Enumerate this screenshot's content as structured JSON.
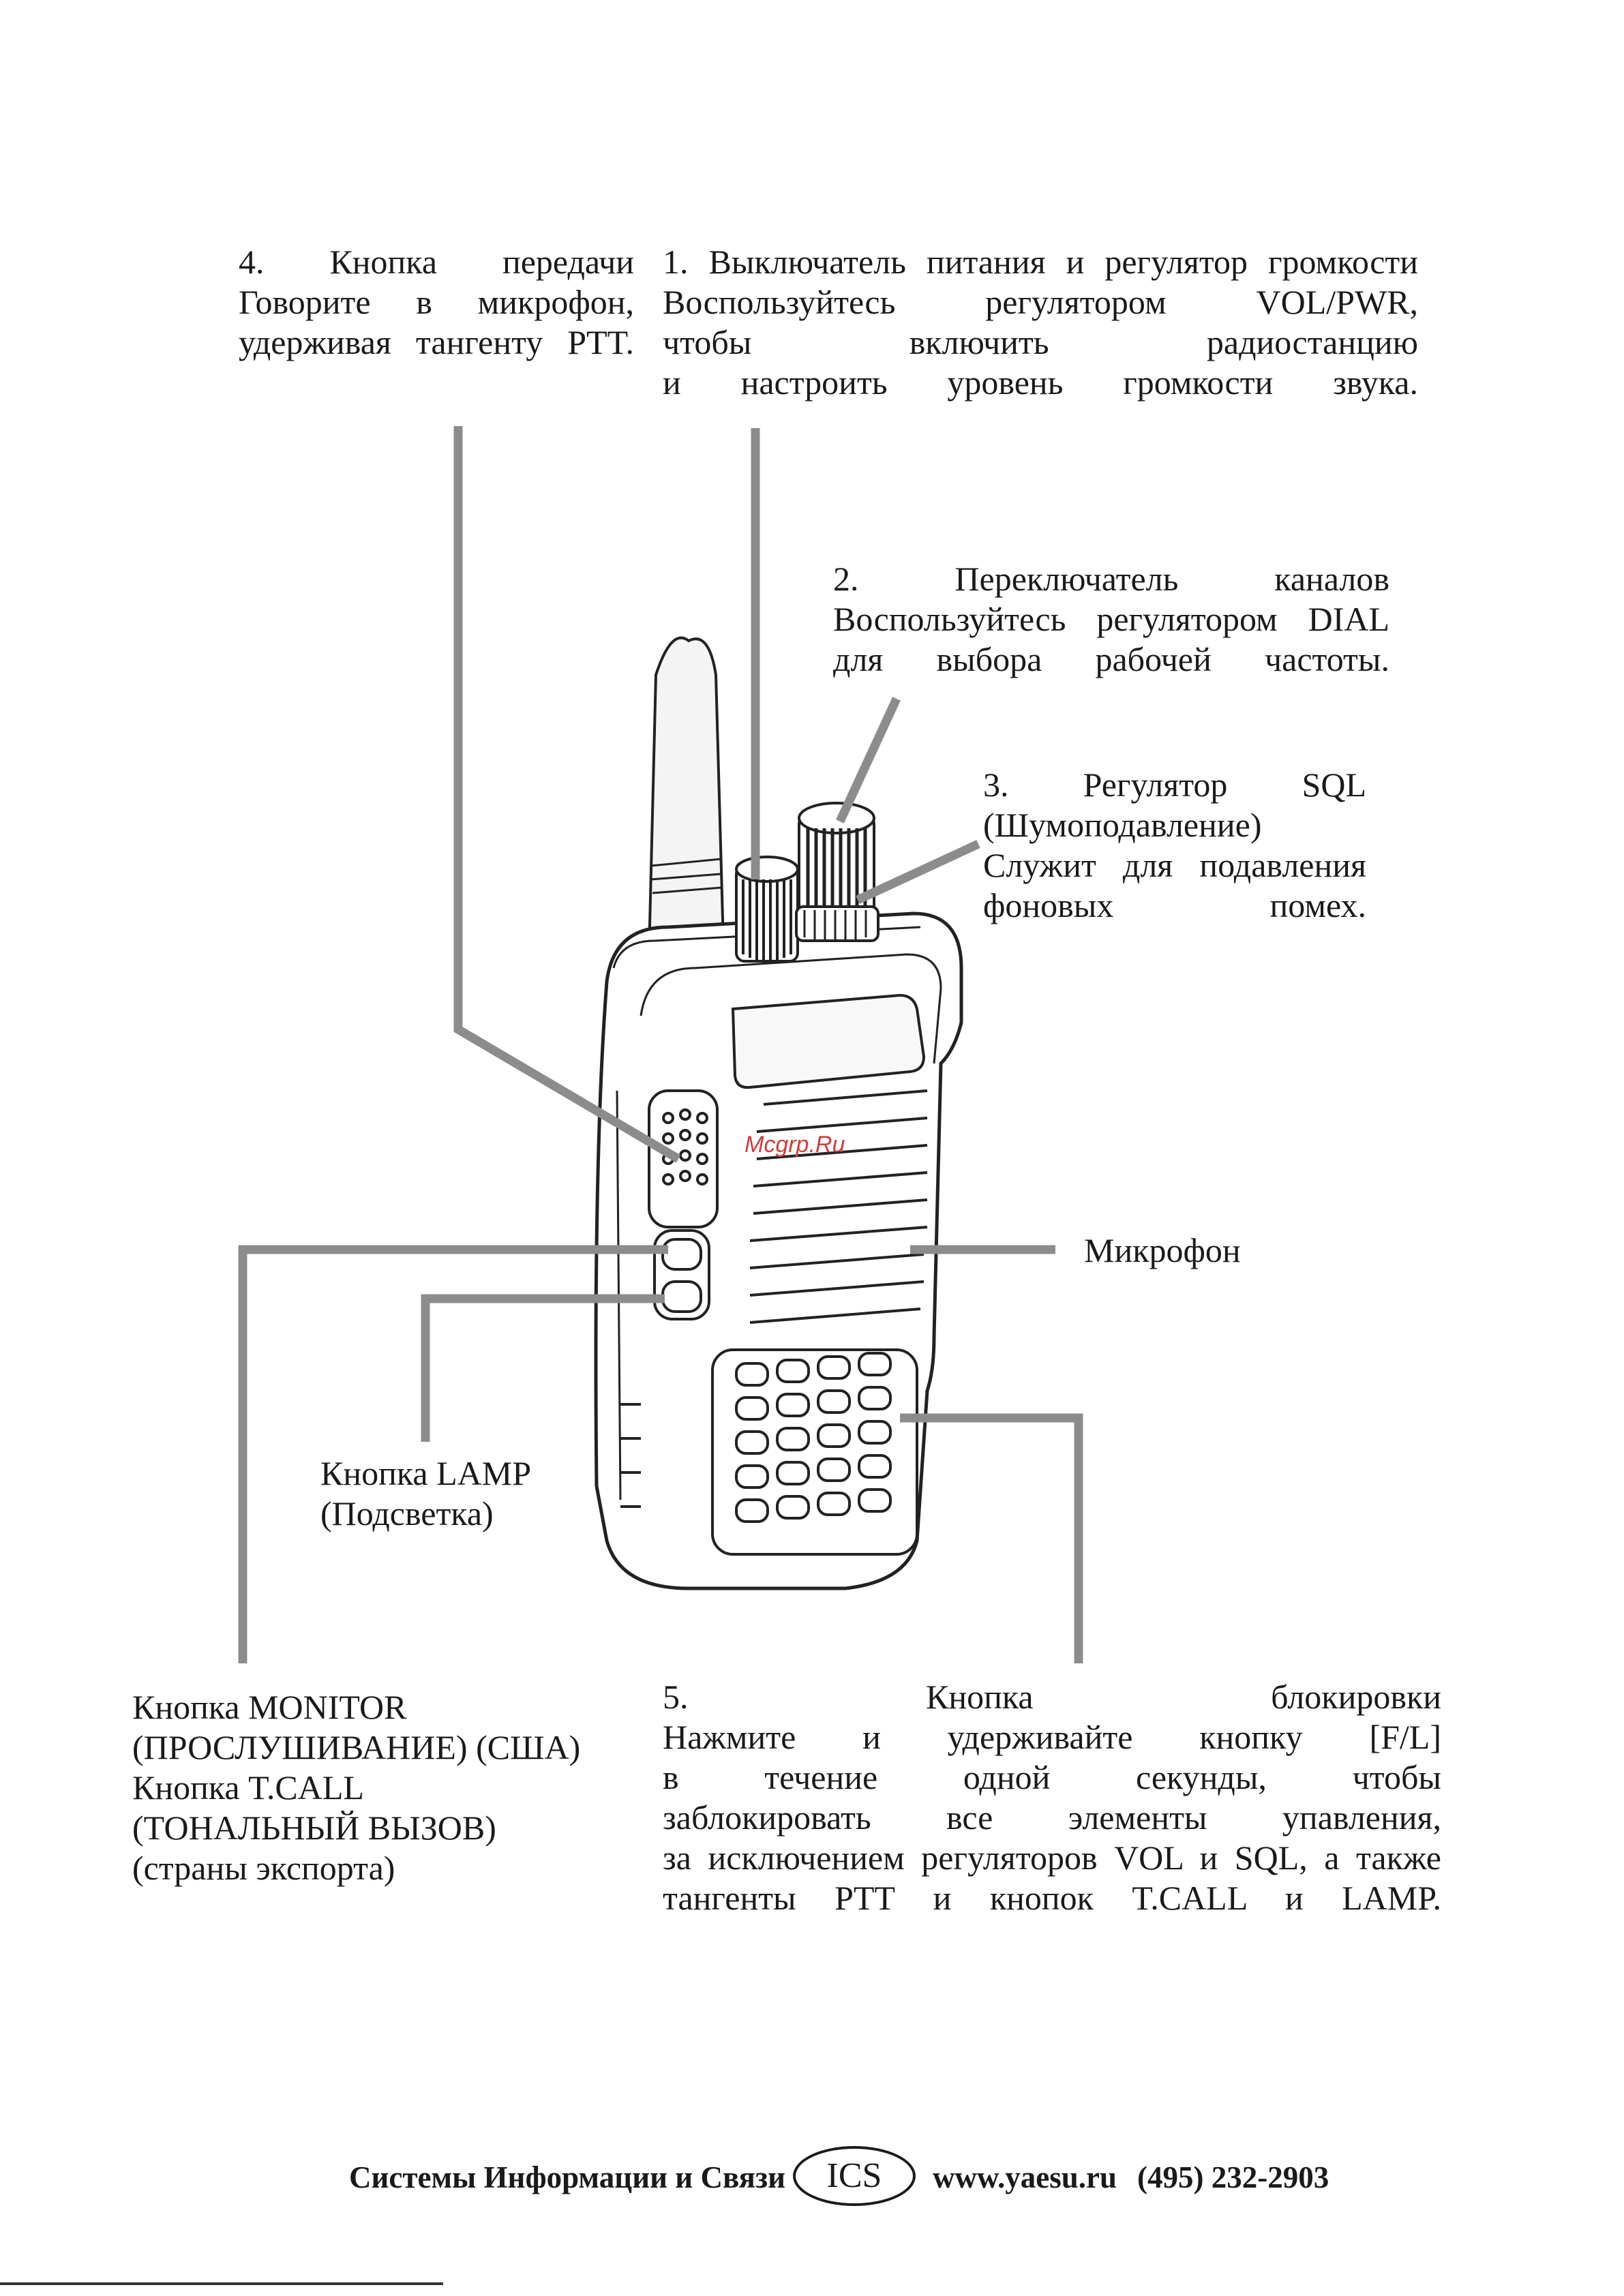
{
  "callouts": {
    "ptt": {
      "lines": [
        "4. Кнопка передачи",
        "Говорите в микрофон,",
        "удерживая тангенту PTT."
      ]
    },
    "power": {
      "lines": [
        "1. Выключатель питания и регулятор громкости",
        "Воспользуйтесь регулятором VOL/PWR,",
        "чтобы включить радиостанцию",
        "и настроить уровень громкости звука."
      ]
    },
    "dial": {
      "lines": [
        "2. Переключатель каналов",
        "Воспользуйтесь регулятором DIAL",
        "для выбора рабочей частоты."
      ]
    },
    "sql": {
      "lines": [
        "3. Регулятор SQL",
        "(Шумоподавление)",
        "Служит для подавления",
        "фоновых помех."
      ]
    },
    "mic": {
      "lines": [
        "Микрофон"
      ]
    },
    "lamp": {
      "lines": [
        "Кнопка LAMP",
        "(Подсветка)"
      ]
    },
    "monitor": {
      "lines": [
        "Кнопка MONITOR",
        "(ПРОСЛУШИВАНИЕ) (США)",
        "Кнопка T.CALL",
        "(ТОНАЛЬНЫЙ ВЫЗОВ)",
        "(страны экспорта)"
      ]
    },
    "lock": {
      "lines": [
        "5. Кнопка блокировки",
        "Нажмите и удерживайте кнопку [F/L]",
        "в течение одной секунды, чтобы",
        "заблокировать все элементы упавления,",
        "за исключением регуляторов VOL и SQL, а также",
        "тангенты PTT и кнопок T.CALL и LAMP."
      ]
    }
  },
  "watermark": "Mcgrp.Ru",
  "footer": {
    "organization": "Системы Информации и Связи",
    "logo": "ICS",
    "website": "www.yaesu.ru",
    "phone": "(495) 232-2903"
  },
  "colors": {
    "leader": "#8c8c8c",
    "text": "#1a1a1a",
    "watermark": "#d23c3c"
  }
}
